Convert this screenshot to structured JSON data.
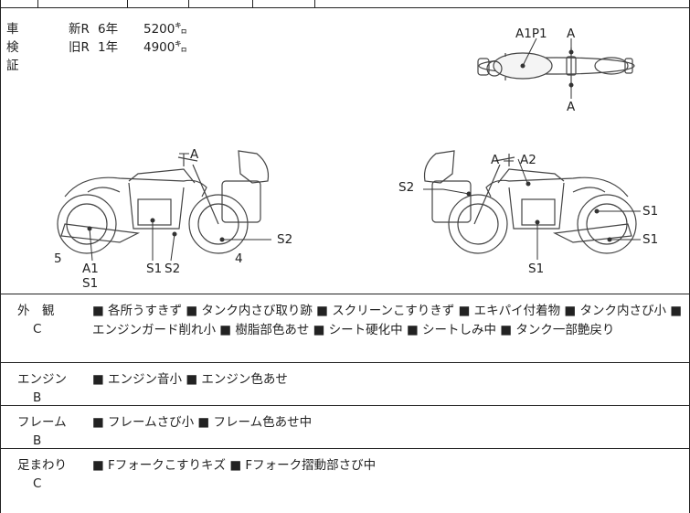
{
  "inspection": {
    "label": "車検証",
    "rows": [
      {
        "type": "新R",
        "years": "6年",
        "distance": "5200㌔"
      },
      {
        "type": "旧R",
        "years": "1年",
        "distance": "4900㌔"
      }
    ]
  },
  "diagram_labels": {
    "top_a1p1": "A1P1",
    "top_a_upper": "A",
    "top_a_lower": "A",
    "left_a": "A",
    "left_5": "5",
    "left_a1": "A1",
    "left_s1_bottom": "S1",
    "left_s1": "S1",
    "left_s2": "S2",
    "left_4": "4",
    "left_s2_right": "S2",
    "right_a": "A",
    "right_a2": "A2",
    "right_s2": "S2",
    "right_s1_a": "S1",
    "right_s1_b": "S1",
    "right_s1_bottom": "S1"
  },
  "sections": [
    {
      "name": "外　観",
      "grade": "C",
      "text": "■ 各所うすきず ■ タンク内さび取り跡 ■ スクリーンこすりきず ■ エキパイ付着物 ■ タンク内さび小 ■ エンジンガード削れ小 ■ 樹脂部色あせ ■ シート硬化中 ■ シートしみ中 ■ タンク一部艶戻り"
    },
    {
      "name": "エンジン",
      "grade": "B",
      "text": "■ エンジン音小 ■ エンジン色あせ"
    },
    {
      "name": "フレーム",
      "grade": "B",
      "text": "■ フレームさび小 ■ フレーム色あせ中"
    },
    {
      "name": "足まわり",
      "grade": "C",
      "text": "■ Fフォークこすりキズ ■ Fフォーク摺動部さび中"
    }
  ]
}
